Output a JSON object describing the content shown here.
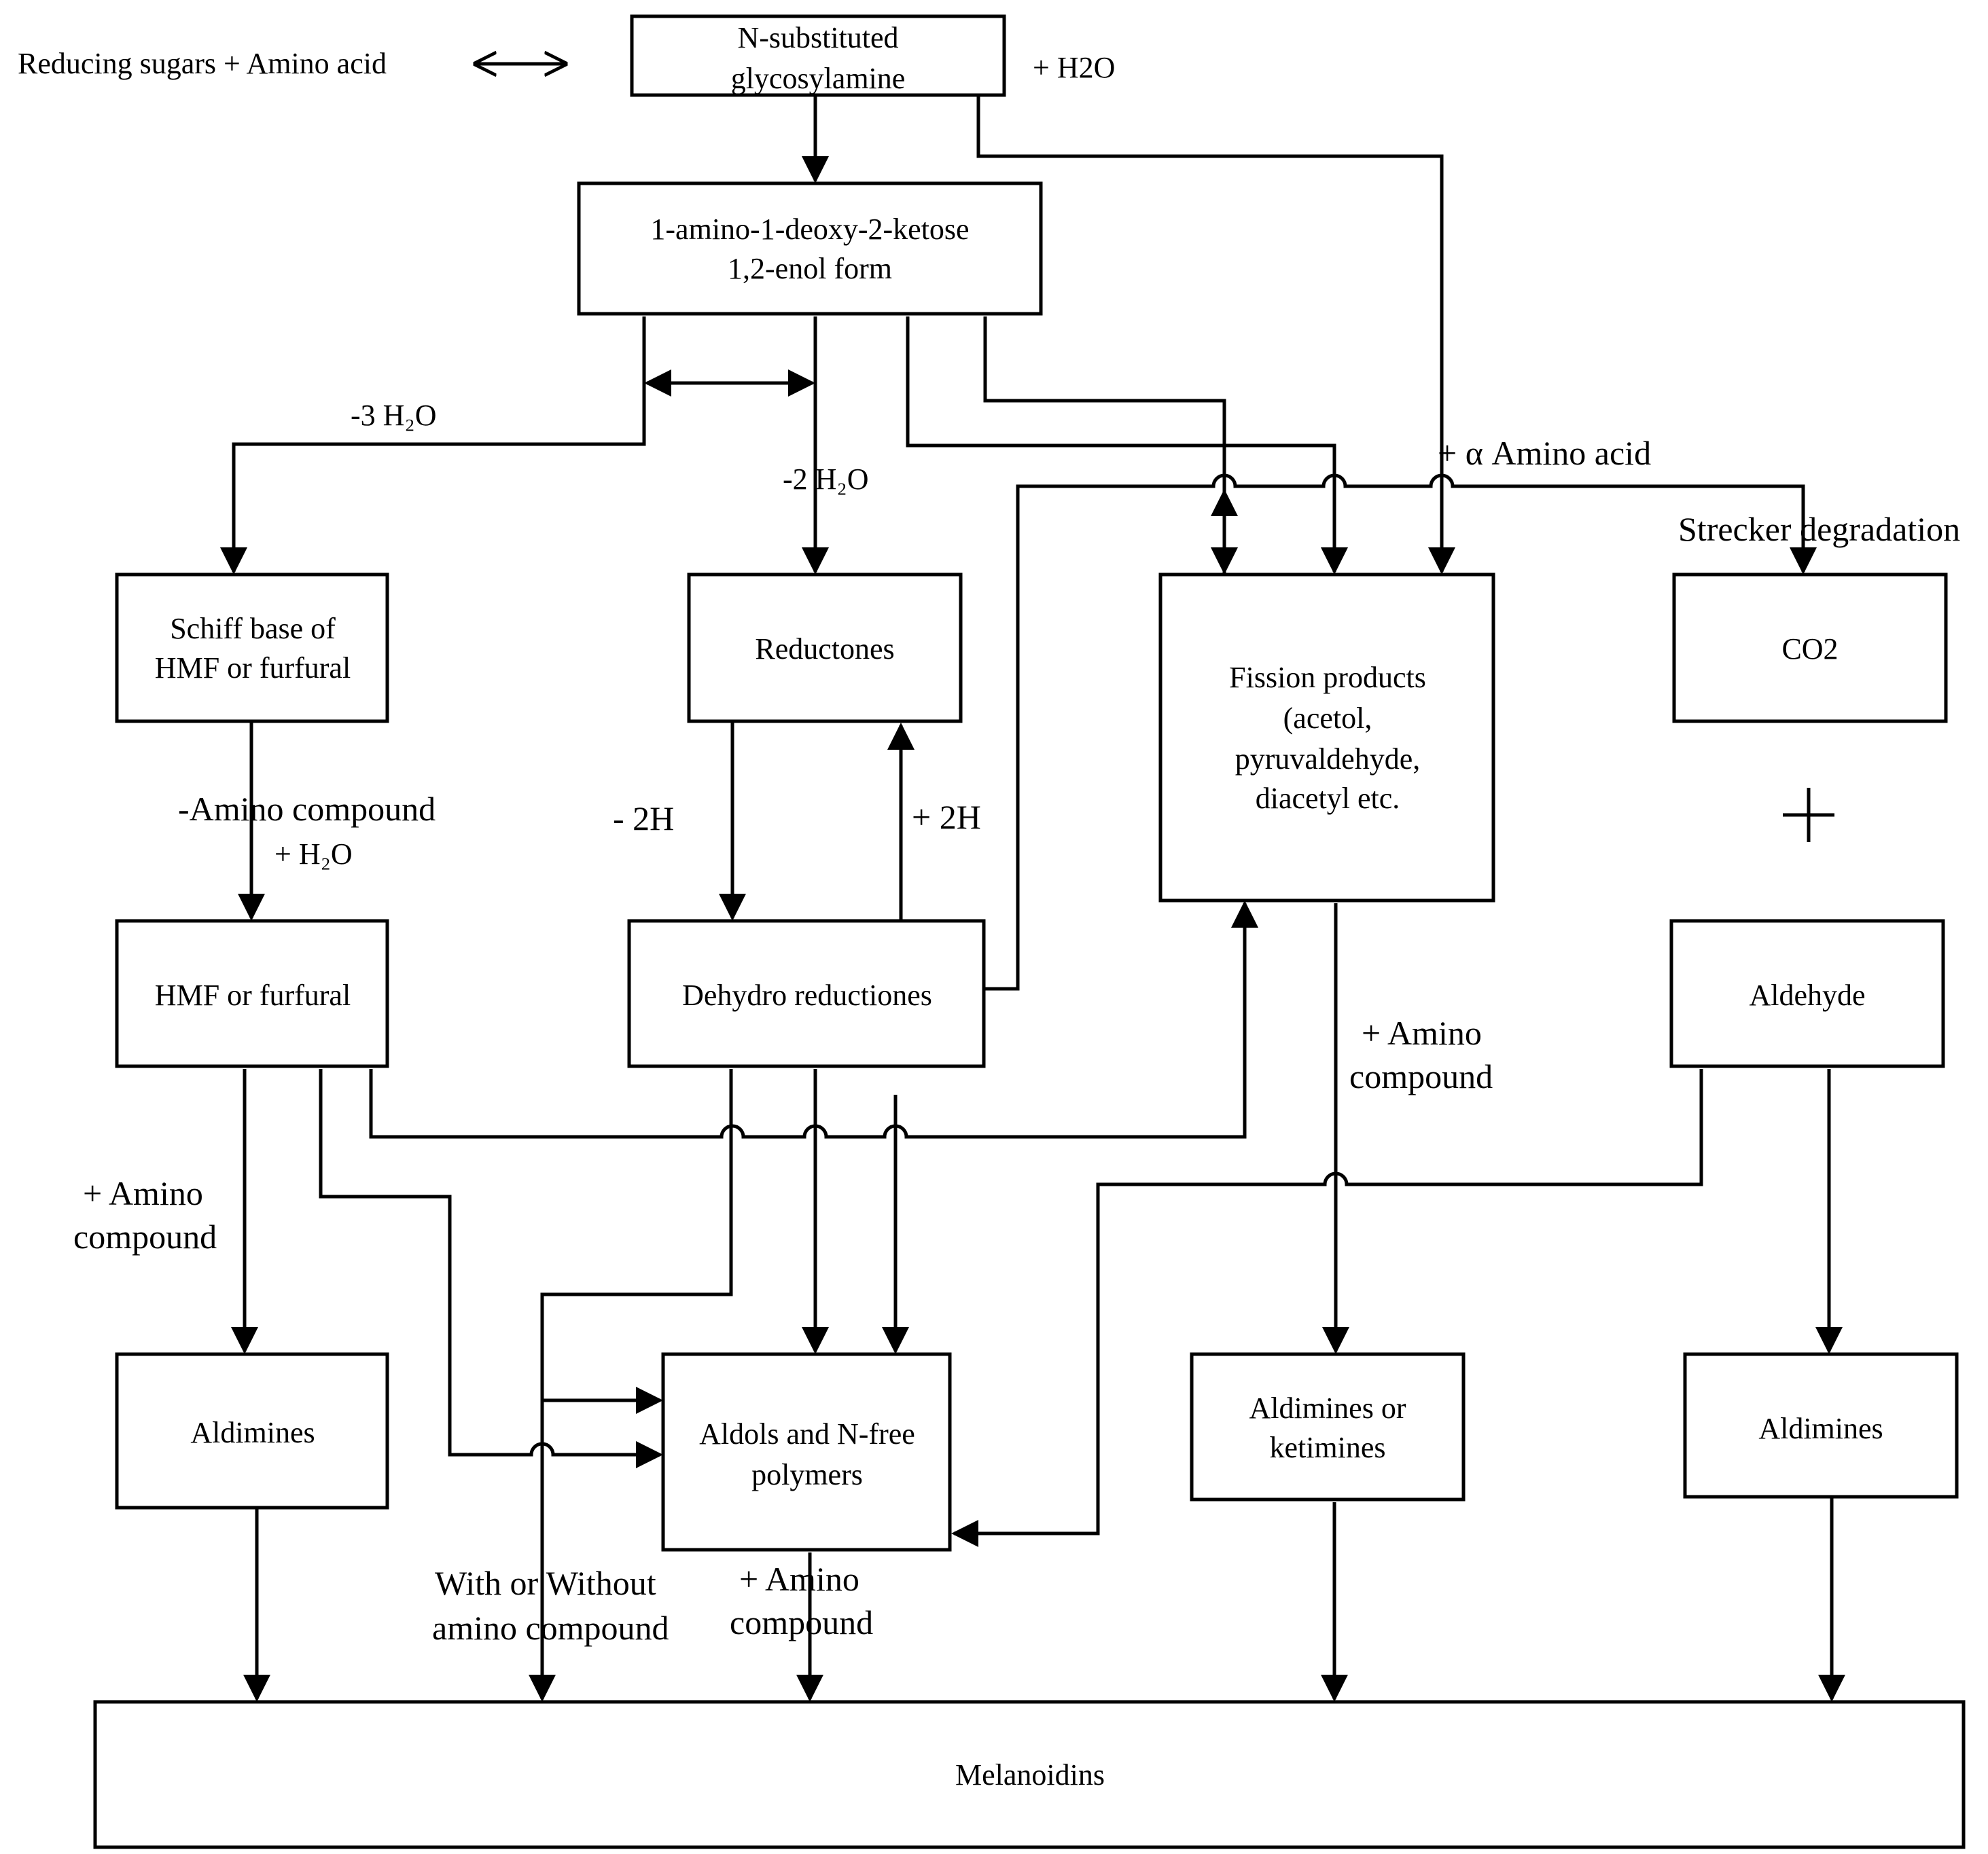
{
  "boxes": {
    "glycosylamine": [
      "N-substituted",
      "glycosylamine"
    ],
    "ketose": [
      "1-amino-1-deoxy-2-ketose",
      "1,2-enol form"
    ],
    "schiff": [
      "Schiff base of",
      "HMF or furfural"
    ],
    "reductones": [
      "Reductones"
    ],
    "fission": [
      "Fission products",
      "(acetol,",
      "pyruvaldehyde,",
      "diacetyl etc."
    ],
    "co2": [
      "CO2"
    ],
    "hmf": [
      "HMF or furfural"
    ],
    "dehydro": [
      "Dehydro reductiones"
    ],
    "aldehyde": [
      "Aldehyde"
    ],
    "aldimines_left": [
      "Aldimines"
    ],
    "aldols": [
      "Aldols and N-free",
      "polymers"
    ],
    "aldimines_ketimines": [
      "Aldimines or",
      "ketimines"
    ],
    "aldimines_right": [
      "Aldimines"
    ],
    "melanoidins": [
      "Melanoidins"
    ]
  },
  "labels": {
    "reducing_sugars": "Reducing sugars + Amino acid",
    "plus_h2o": "+ H2O",
    "minus_3h2o": "-3 H₂O",
    "minus_2h2o": "-2 H₂O",
    "alpha_amino_acid": "+ α Amino acid",
    "strecker": "Strecker degradation",
    "minus_amino_compound": "-Amino compound",
    "plus_h2o_sub": "+ H₂O",
    "minus_2h": "- 2H",
    "plus_2h": "+ 2H",
    "fission_amino": [
      "+ Amino",
      "compound"
    ],
    "hmf_amino": [
      "+ Amino",
      "compound"
    ],
    "with_or_without": [
      "With or Without",
      "amino compound"
    ],
    "aldols_amino": [
      "+ Amino",
      "compound"
    ],
    "plus_sign": "+"
  }
}
